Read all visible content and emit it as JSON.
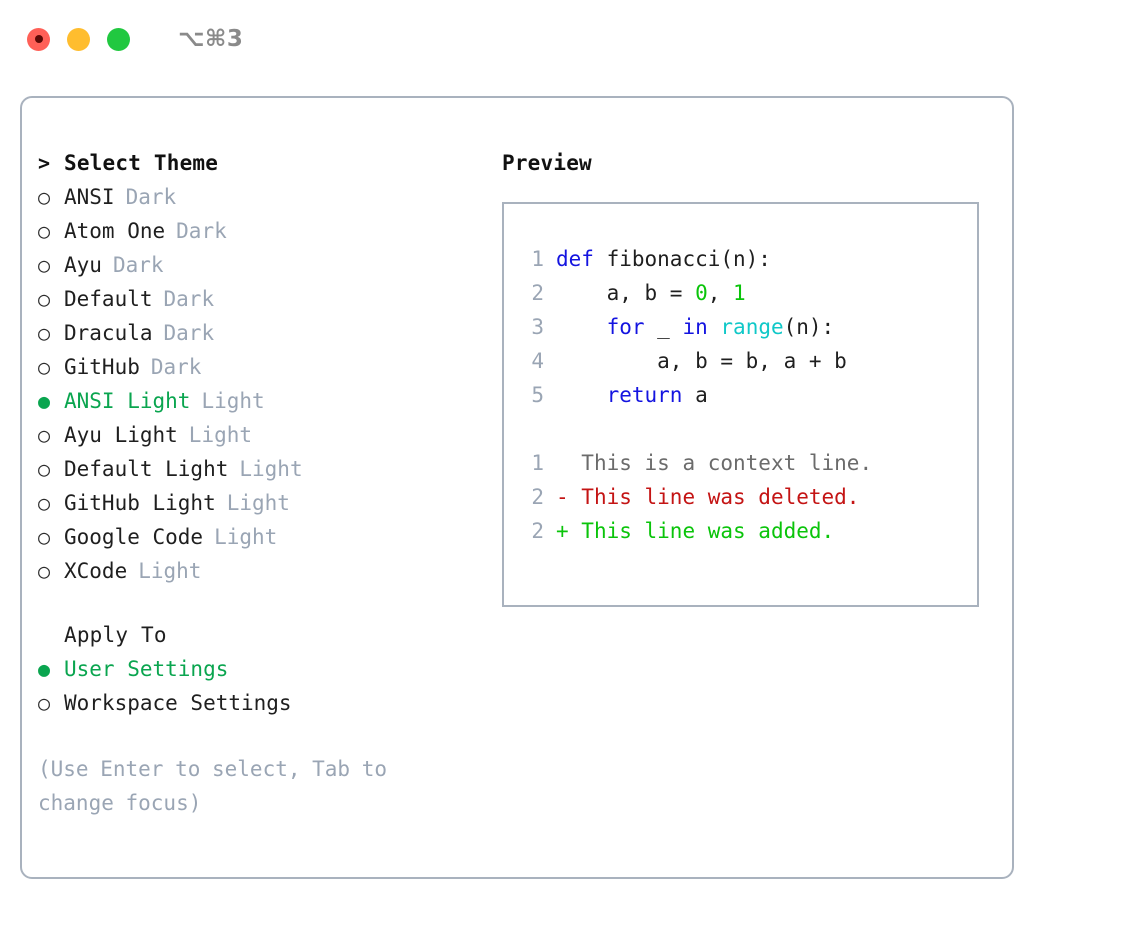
{
  "window": {
    "shortcut": "⌥⌘3",
    "controls": [
      {
        "name": "close",
        "color": "#ff6057"
      },
      {
        "name": "minimize",
        "color": "#ffbd2e"
      },
      {
        "name": "maximize",
        "color": "#21c840"
      }
    ]
  },
  "theme_list": {
    "header_marker": ">",
    "header_label": "Select Theme",
    "items": [
      {
        "marker": "○",
        "label": "ANSI",
        "suffix": "Dark",
        "selected": false
      },
      {
        "marker": "○",
        "label": "Atom One",
        "suffix": "Dark",
        "selected": false
      },
      {
        "marker": "○",
        "label": "Ayu",
        "suffix": "Dark",
        "selected": false
      },
      {
        "marker": "○",
        "label": "Default",
        "suffix": "Dark",
        "selected": false
      },
      {
        "marker": "○",
        "label": "Dracula",
        "suffix": "Dark",
        "selected": false
      },
      {
        "marker": "○",
        "label": "GitHub",
        "suffix": "Dark",
        "selected": false
      },
      {
        "marker": "●",
        "label": "ANSI Light",
        "suffix": "Light",
        "selected": true
      },
      {
        "marker": "○",
        "label": "Ayu Light",
        "suffix": "Light",
        "selected": false
      },
      {
        "marker": "○",
        "label": "Default Light",
        "suffix": "Light",
        "selected": false
      },
      {
        "marker": "○",
        "label": "GitHub Light",
        "suffix": "Light",
        "selected": false
      },
      {
        "marker": "○",
        "label": "Google Code",
        "suffix": "Light",
        "selected": false
      },
      {
        "marker": "○",
        "label": "XCode",
        "suffix": "Light",
        "selected": false
      }
    ]
  },
  "apply_to": {
    "header_label": "Apply To",
    "items": [
      {
        "marker": "●",
        "label": "User Settings",
        "selected": true
      },
      {
        "marker": "○",
        "label": "Workspace Settings",
        "selected": false
      }
    ]
  },
  "hint": "(Use Enter to select, Tab to change focus)",
  "preview": {
    "title": "Preview",
    "code_lines": [
      {
        "num": "1",
        "tokens": [
          {
            "t": "def",
            "k": "kw"
          },
          {
            "t": " fibonacci(n):",
            "k": "plain"
          }
        ]
      },
      {
        "num": "2",
        "tokens": [
          {
            "t": "    a, b = ",
            "k": "plain"
          },
          {
            "t": "0",
            "k": "num"
          },
          {
            "t": ", ",
            "k": "plain"
          },
          {
            "t": "1",
            "k": "num"
          }
        ]
      },
      {
        "num": "3",
        "tokens": [
          {
            "t": "    ",
            "k": "plain"
          },
          {
            "t": "for",
            "k": "kw"
          },
          {
            "t": " _ ",
            "k": "plain"
          },
          {
            "t": "in",
            "k": "kw"
          },
          {
            "t": " ",
            "k": "plain"
          },
          {
            "t": "range",
            "k": "fn"
          },
          {
            "t": "(n):",
            "k": "plain"
          }
        ]
      },
      {
        "num": "4",
        "tokens": [
          {
            "t": "        a, b = b, a + b",
            "k": "plain"
          }
        ]
      },
      {
        "num": "5",
        "tokens": [
          {
            "t": "    ",
            "k": "plain"
          },
          {
            "t": "return",
            "k": "kw"
          },
          {
            "t": " a",
            "k": "plain"
          }
        ]
      }
    ],
    "diff_lines": [
      {
        "num": "1",
        "sign": " ",
        "text": " This is a context line.",
        "kind": "ctx"
      },
      {
        "num": "2",
        "sign": "-",
        "text": " This line was deleted.",
        "kind": "del"
      },
      {
        "num": "2",
        "sign": "+",
        "text": " This line was added.",
        "kind": "add"
      }
    ]
  },
  "colors": {
    "accent_green": "#0aa54f",
    "muted": "#9aa5b4",
    "border": "#a9b2be",
    "keyword": "#1414e0",
    "function": "#10c8c8",
    "number": "#0ac40a",
    "diff_deleted": "#c41414",
    "diff_added": "#0ac40a",
    "diff_context": "#6b6b6b"
  }
}
